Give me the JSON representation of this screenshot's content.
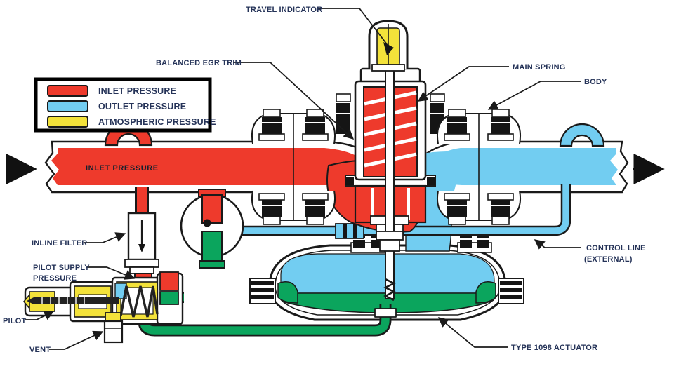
{
  "legend": {
    "items": [
      {
        "label": "INLET PRESSURE",
        "color": "#ee3a2c"
      },
      {
        "label": "OUTLET PRESSURE",
        "color": "#72cdf1"
      },
      {
        "label": "ATMOSPHERIC PRESSURE",
        "color": "#f3e23a"
      }
    ]
  },
  "labels": {
    "travel_indicator": "TRAVEL INDICATOR",
    "balanced_egr_trim": "BALANCED EGR TRIM",
    "main_spring": "MAIN SPRING",
    "body": "BODY",
    "inlet_pressure_pipe": "INLET PRESSURE",
    "inline_filter": "INLINE FILTER",
    "pilot_supply": [
      "PILOT SUPPLY",
      "PRESSURE"
    ],
    "pilot": "PILOT",
    "vent": "VENT",
    "control_line": [
      "CONTROL LINE",
      "(EXTERNAL)"
    ],
    "type_1098_actuator": "TYPE 1098 ACTUATOR"
  },
  "colors": {
    "inlet": "#ee3a2c",
    "outlet": "#72cdf1",
    "atmospheric": "#f3e23a",
    "loading": "#0ba55d",
    "outline": "#1a1a1a",
    "label_text": "#253358",
    "pipe_text": "#16202e",
    "background": "#ffffff"
  }
}
